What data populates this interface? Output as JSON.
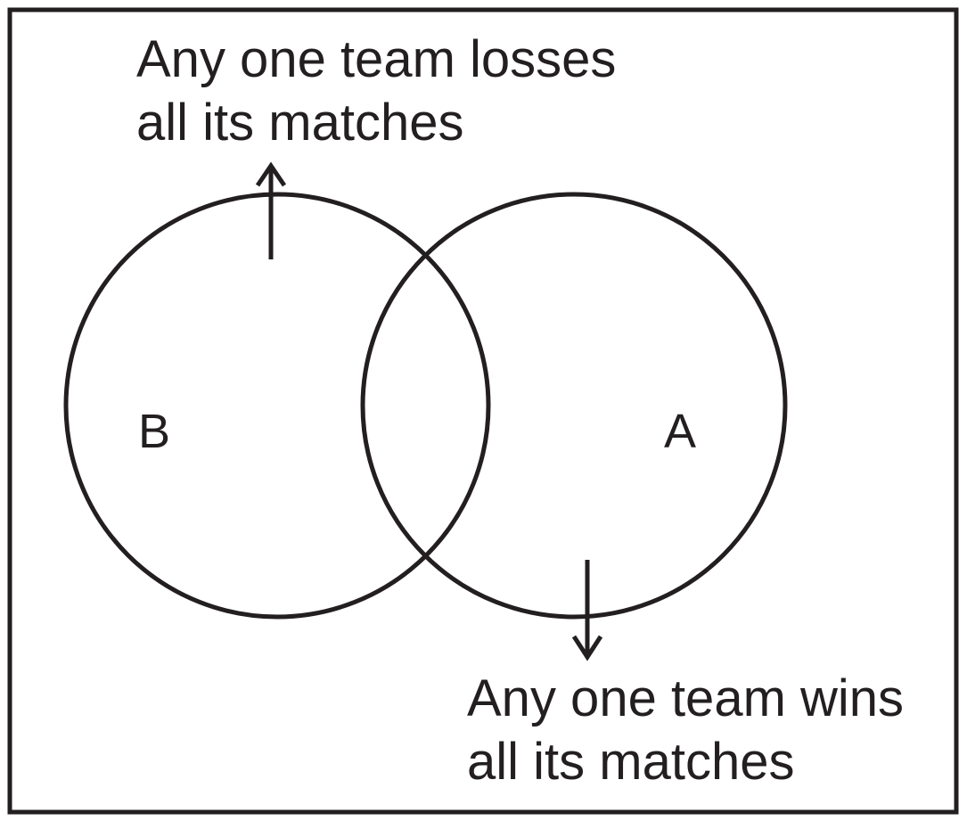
{
  "sets": {
    "left": {
      "label": "B"
    },
    "right": {
      "label": "A"
    }
  },
  "annotations": {
    "top": {
      "line1": "Any one team losses",
      "line2": "all its matches"
    },
    "bottom": {
      "line1": "Any one team wins",
      "line2": "all its matches"
    }
  },
  "colors": {
    "stroke": "#231f20",
    "background": "#ffffff"
  }
}
